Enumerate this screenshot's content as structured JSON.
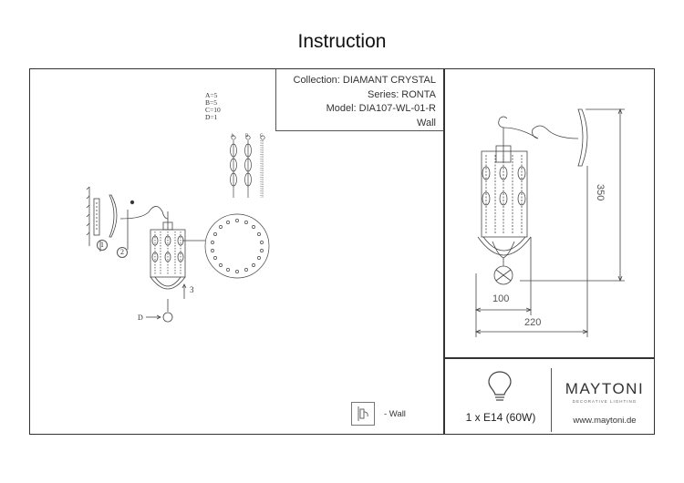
{
  "header": {
    "title": "Instruction"
  },
  "product": {
    "collection": "Collection: DIAMANT CRYSTAL",
    "series": "Series: RONTA",
    "model": "Model: DIA107-WL-01-R",
    "type": "Wall"
  },
  "parts": {
    "a": "A=5",
    "b": "B=5",
    "c": "C=10",
    "d": "D=1",
    "strand_labels": [
      "A",
      "B",
      "C"
    ],
    "step_labels": [
      "1",
      "2",
      "3"
    ],
    "d_label": "D"
  },
  "dimensions": {
    "height": "350",
    "projection": "100",
    "width": "220"
  },
  "lamp": {
    "bulb_icon": "lightbulb-icon",
    "power": "1 x E14 (60W)"
  },
  "brand": {
    "logo": "MAYTONI",
    "tagline": "DECORATIVE LIGHTING",
    "url": "www.maytoni.de"
  },
  "mounting": {
    "icon": "wall-mount-icon",
    "label": "- Wall"
  }
}
